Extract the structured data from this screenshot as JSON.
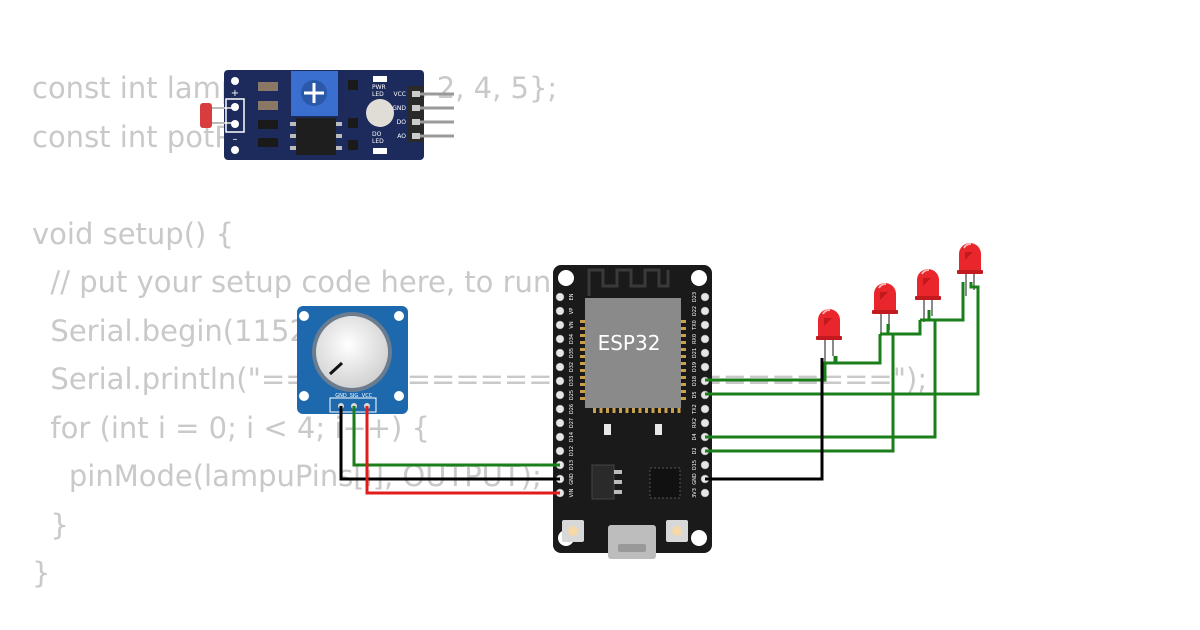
{
  "code_lines": [
    "const int lampuPins[] = {3, 2, 4, 5};",
    "const int potPin = 13;",
    "",
    "void setup() {",
    "  // put your setup code here, to run once:",
    "  Serial.begin(115200);",
    "  Serial.println(\"==========================\");",
    "  for (int i = 0; i < 4; i++) {",
    "    pinMode(lampuPins[i], OUTPUT);",
    "  }",
    "}"
  ],
  "ldr_module": {
    "plus": "+",
    "minus": "–",
    "pwr_led": "PWR\nLED",
    "do_led": "DO\nLED",
    "pins": [
      "VCC",
      "GND",
      "DO",
      "AO"
    ]
  },
  "potentiometer": {
    "pins": [
      "GND",
      "SIG",
      "VCC"
    ]
  },
  "esp32": {
    "chip_label": "ESP32",
    "left_pins": [
      "EN",
      "VP",
      "VN",
      "D34",
      "D35",
      "D32",
      "D33",
      "D25",
      "D26",
      "D27",
      "D14",
      "D12",
      "D13",
      "GND",
      "VIN"
    ],
    "right_pins": [
      "D23",
      "D22",
      "TX0",
      "RX0",
      "D21",
      "D19",
      "D18",
      "D5",
      "TX2",
      "RX2",
      "D4",
      "D2",
      "D15",
      "GND",
      "3V3"
    ]
  },
  "led_color": "#e8262b",
  "wire_colors": {
    "signal": "#1a7f1a",
    "ground": "#000000",
    "power": "#e21b1b"
  }
}
